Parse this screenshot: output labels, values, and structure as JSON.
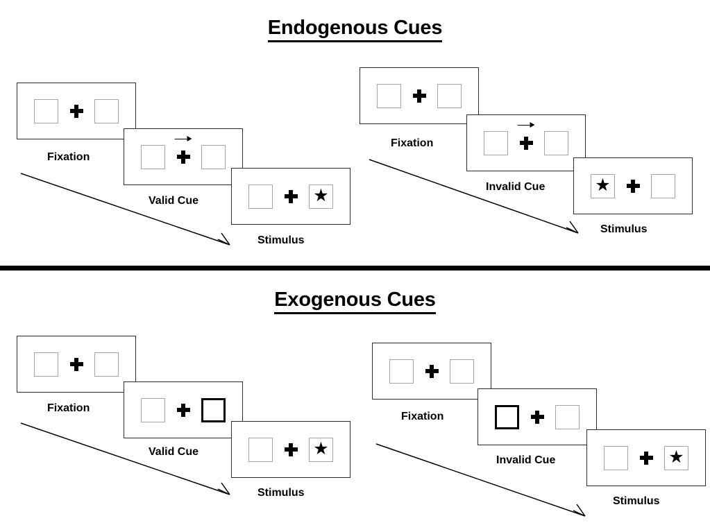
{
  "figure": {
    "title_endogenous": "Endogenous Cues",
    "title_exogenous": "Exogenous Cues"
  },
  "sections": [
    {
      "id": "endogenous",
      "title": "Endogenous Cues",
      "cue_type": "central-arrow",
      "sequences": [
        {
          "id": "endogenous-valid",
          "validity": "valid",
          "frames": [
            {
              "caption": "Fixation",
              "left_box": "empty",
              "right_box": "empty",
              "cue": "none",
              "stimulus_side": "none"
            },
            {
              "caption": "Valid Cue",
              "left_box": "empty",
              "right_box": "empty",
              "cue": "arrow-right",
              "stimulus_side": "none"
            },
            {
              "caption": "Stimulus",
              "left_box": "empty",
              "right_box": "star",
              "cue": "none",
              "stimulus_side": "right"
            }
          ]
        },
        {
          "id": "endogenous-invalid",
          "validity": "invalid",
          "frames": [
            {
              "caption": "Fixation",
              "left_box": "empty",
              "right_box": "empty",
              "cue": "none",
              "stimulus_side": "none"
            },
            {
              "caption": "Invalid Cue",
              "left_box": "empty",
              "right_box": "empty",
              "cue": "arrow-right",
              "stimulus_side": "none"
            },
            {
              "caption": "Stimulus",
              "left_box": "star",
              "right_box": "empty",
              "cue": "none",
              "stimulus_side": "left"
            }
          ]
        }
      ]
    },
    {
      "id": "exogenous",
      "title": "Exogenous Cues",
      "cue_type": "peripheral-box-flash",
      "sequences": [
        {
          "id": "exogenous-valid",
          "validity": "valid",
          "frames": [
            {
              "caption": "Fixation",
              "left_box": "empty",
              "right_box": "empty",
              "cue": "none",
              "stimulus_side": "none"
            },
            {
              "caption": "Valid Cue",
              "left_box": "empty",
              "right_box": "cued",
              "cue": "box-right",
              "stimulus_side": "none"
            },
            {
              "caption": "Stimulus",
              "left_box": "empty",
              "right_box": "star",
              "cue": "none",
              "stimulus_side": "right"
            }
          ]
        },
        {
          "id": "exogenous-invalid",
          "validity": "invalid",
          "frames": [
            {
              "caption": "Fixation",
              "left_box": "empty",
              "right_box": "empty",
              "cue": "none",
              "stimulus_side": "none"
            },
            {
              "caption": "Invalid Cue",
              "left_box": "cued",
              "right_box": "empty",
              "cue": "box-left",
              "stimulus_side": "none"
            },
            {
              "caption": "Stimulus",
              "left_box": "empty",
              "right_box": "star",
              "cue": "none",
              "stimulus_side": "right"
            }
          ]
        }
      ]
    }
  ],
  "glyphs": {
    "star": "★",
    "fixation_cross": "plus-sign",
    "cue_arrow": "arrow-right-icon",
    "time_arrow": "time-flow-arrow-icon"
  },
  "colors": {
    "ink": "#000000",
    "panel_border": "#2b2b2b",
    "box_border": "#a6a6a6",
    "cued_box_border": "#000000",
    "background": "#ffffff",
    "divider": "#000000"
  },
  "captions": {
    "fixation": "Fixation",
    "valid_cue": "Valid Cue",
    "invalid_cue": "Invalid Cue",
    "stimulus": "Stimulus"
  }
}
